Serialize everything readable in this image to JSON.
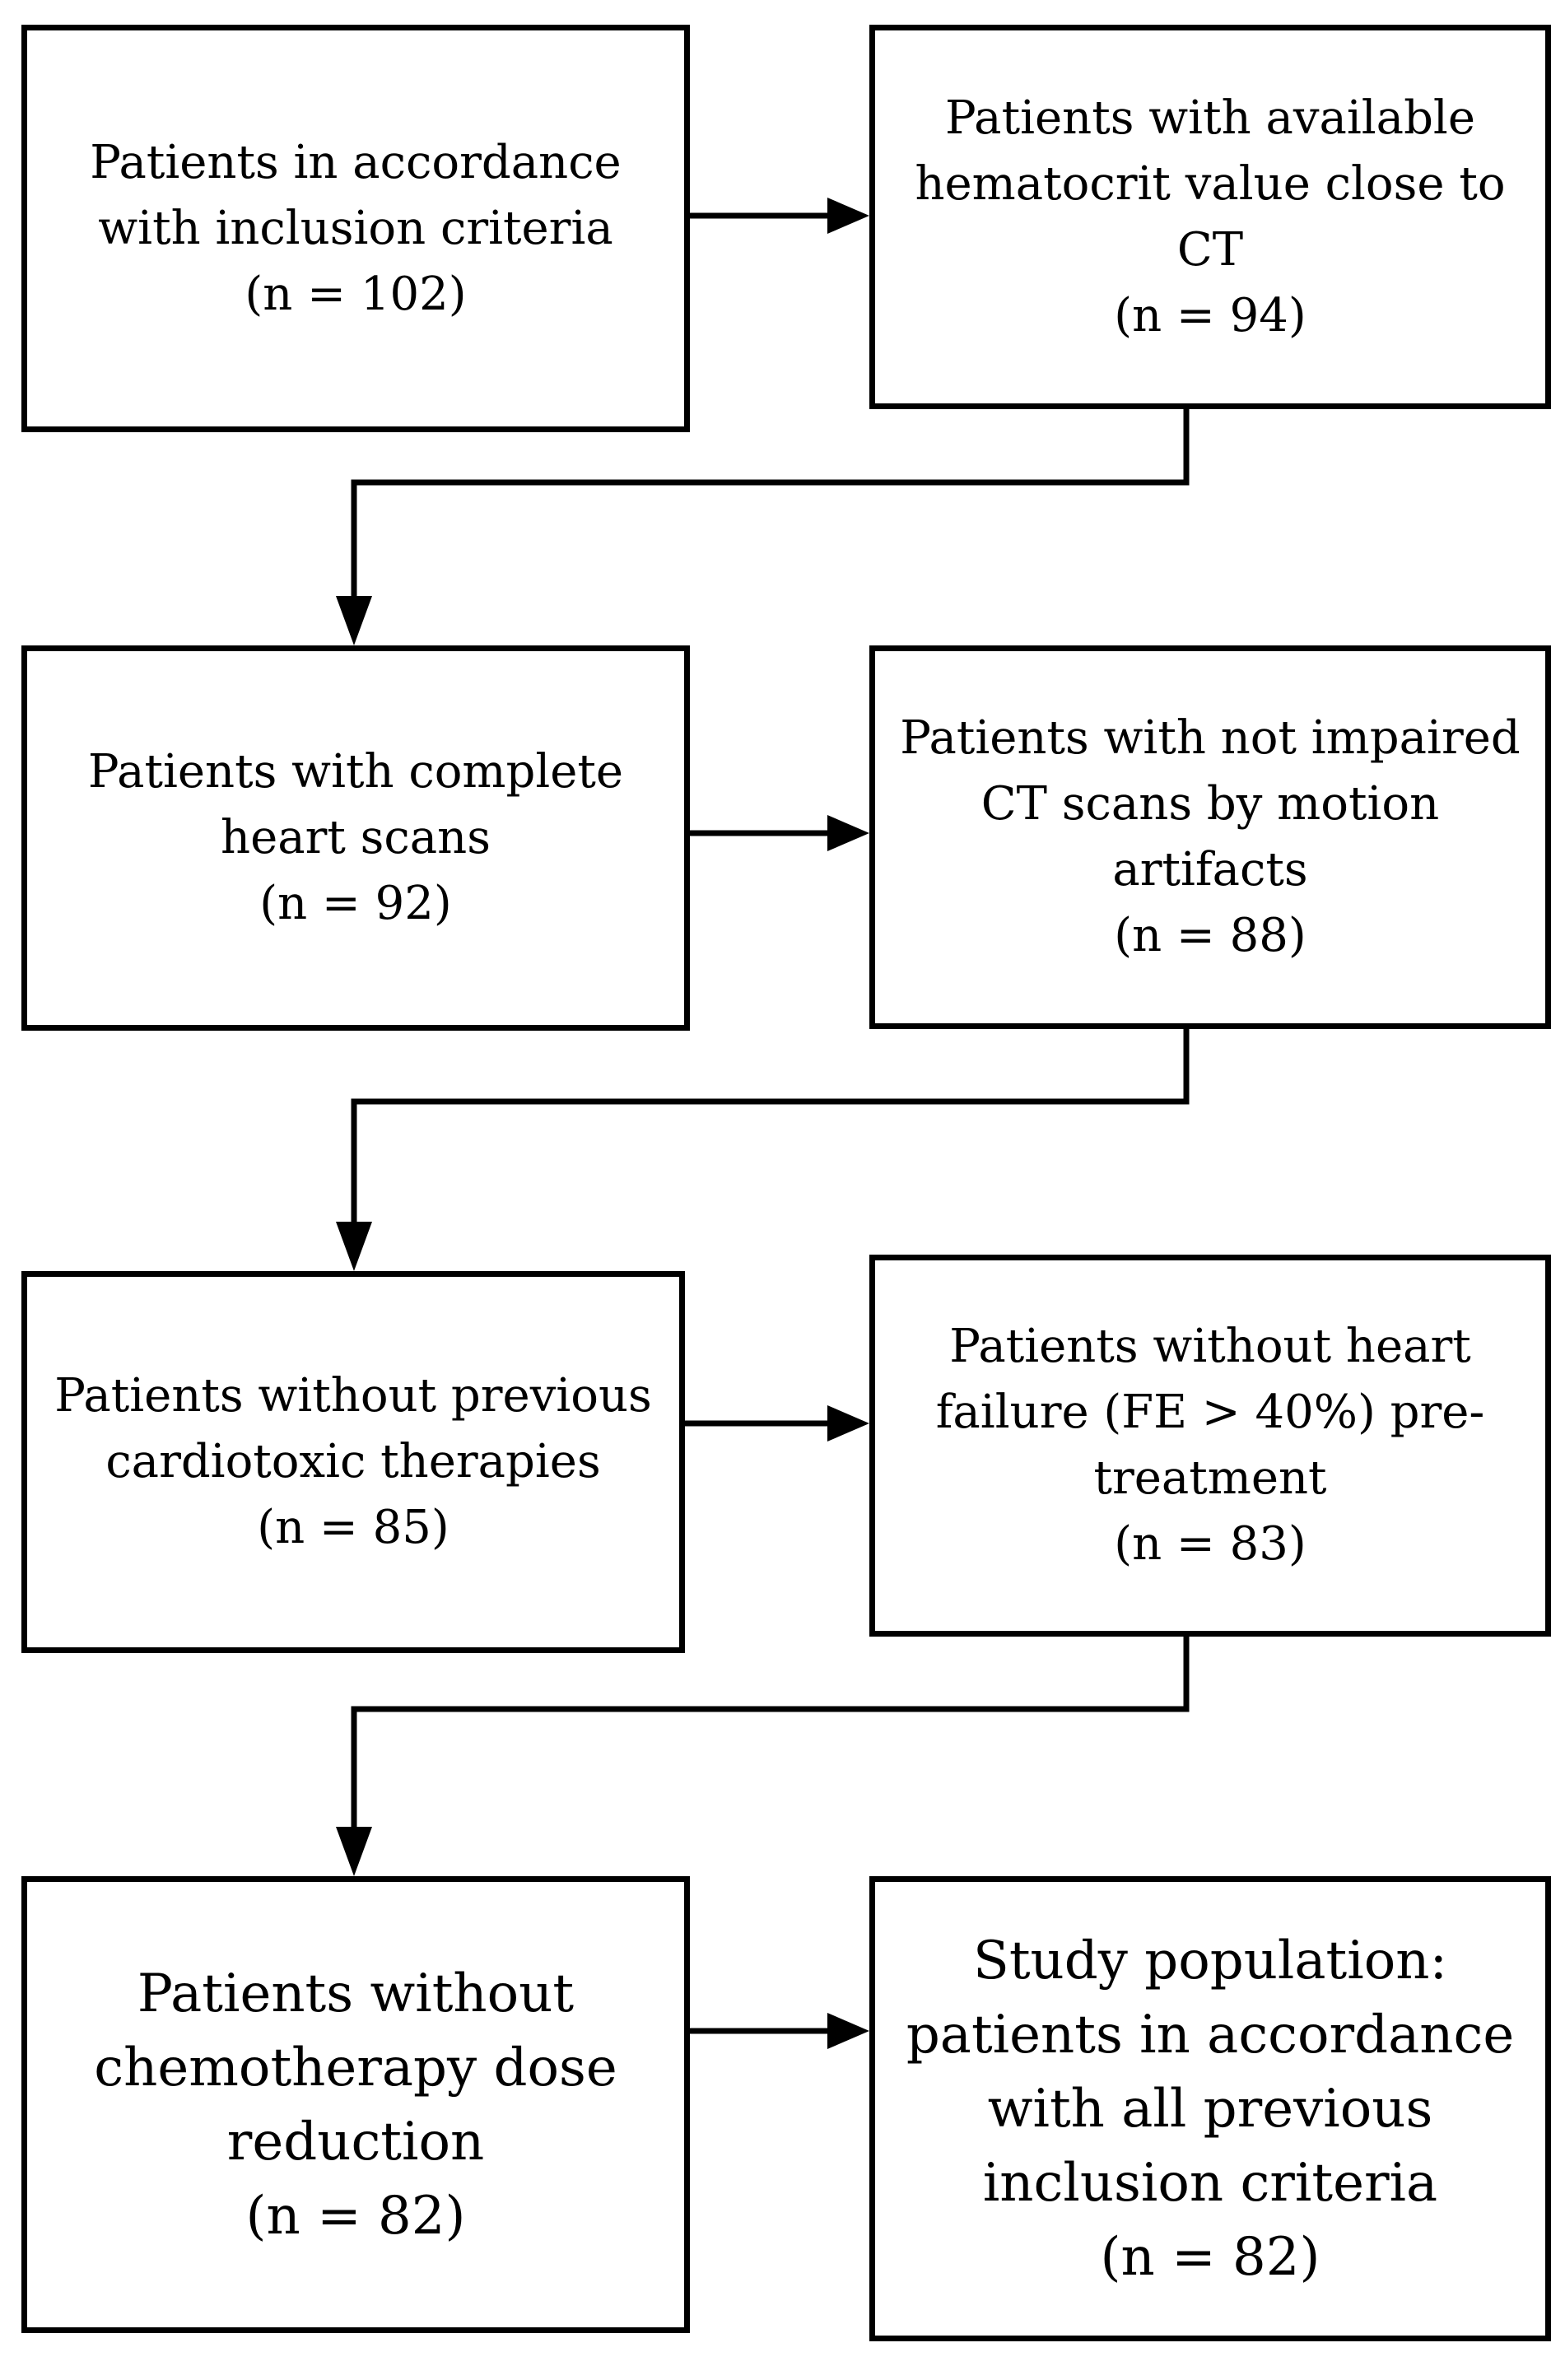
{
  "diagram": {
    "boxes": [
      {
        "id": "inclusion-criteria",
        "lines": [
          "Patients in accordance",
          "with inclusion criteria",
          "(n = 102)"
        ]
      },
      {
        "id": "available-hematocrit",
        "lines": [
          "Patients with available",
          "hematocrit value close to",
          "CT",
          "(n = 94)"
        ]
      },
      {
        "id": "complete-heart-scans",
        "lines": [
          "Patients with complete",
          "heart scans",
          "(n = 92)"
        ]
      },
      {
        "id": "not-impaired-ct",
        "lines": [
          "Patients with not impaired",
          "CT scans by motion",
          "artifacts",
          "(n = 88)"
        ]
      },
      {
        "id": "no-cardiotoxic-therapies",
        "lines": [
          "Patients without previous",
          "cardiotoxic therapies",
          "(n = 85)"
        ]
      },
      {
        "id": "no-heart-failure",
        "lines": [
          "Patients without heart",
          "failure (FE > 40%) pre-",
          "treatment",
          "(n = 83)"
        ]
      },
      {
        "id": "no-dose-reduction",
        "lines": [
          "Patients without",
          "chemotherapy dose",
          "reduction",
          "(n = 82)"
        ]
      },
      {
        "id": "study-population",
        "lines": [
          "Study population:",
          "patients in accordance",
          "with all previous",
          "inclusion criteria",
          "(n = 82)"
        ]
      }
    ]
  }
}
